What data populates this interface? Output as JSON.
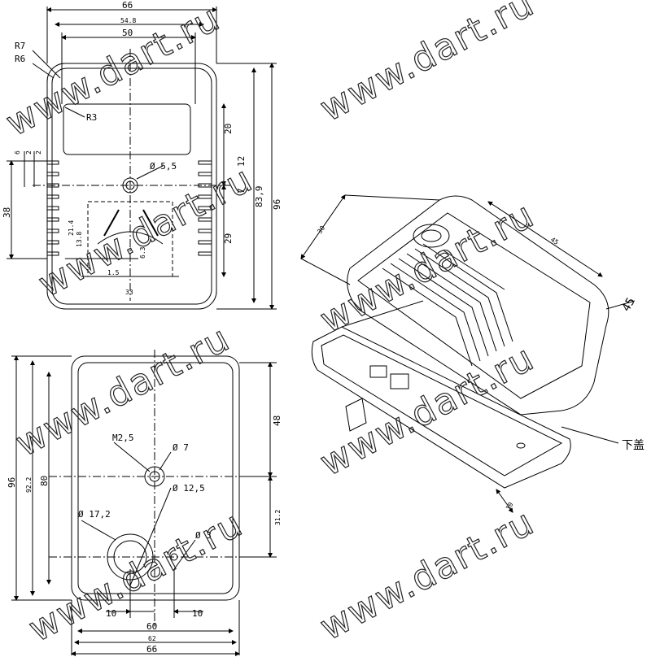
{
  "watermark": "www.dart.ru",
  "front_view": {
    "outer_width": "66",
    "inner_width": "54.8",
    "width_50": "50",
    "radius_r7": "R7",
    "radius_r6": "R6",
    "radius_r3": "R3",
    "hole": "Ø 5,5",
    "h_20": "20",
    "h_12": "12",
    "h_7": "7",
    "h_29": "29",
    "h_83_9": "83,9",
    "h_96": "96",
    "h_38": "38",
    "slot_a": "6",
    "slot_b": "2",
    "slot_c": "2",
    "d_21_4": "21.4",
    "d_13_8": "13.8",
    "d_6_3": "6.3",
    "d_1_5": "1.5",
    "d_33": "33"
  },
  "back_view": {
    "h_96": "96",
    "h_92_2": "92.2",
    "h_80": "80",
    "h_48": "48",
    "h_31_2": "31.2",
    "m_thread": "M2,5",
    "hole_7": "Ø 7",
    "hole_12_5": "Ø 12,5",
    "hole_17_2": "Ø 17,2",
    "hole_3": "Ø 3",
    "w_10_left": "10",
    "w_10_right": "10",
    "w_60": "60",
    "w_62": "62",
    "w_66": "66"
  },
  "iso_view": {
    "d_30": "30",
    "d_45": "45",
    "d_45_big": "45",
    "d_10": "10",
    "callout": "下盖"
  }
}
